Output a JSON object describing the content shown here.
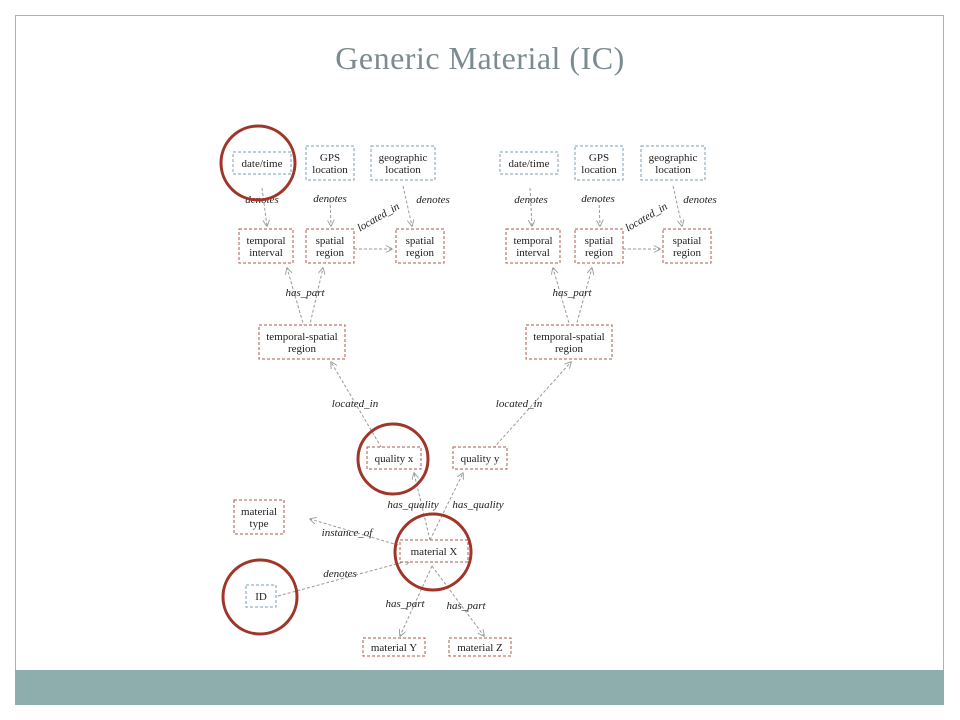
{
  "title": "Generic Material (IC)",
  "colors": {
    "blue_border": "#7a9fb0",
    "red_border": "#b0584c",
    "arrow": "#9a9a9a",
    "circle": "#a0352a",
    "footer": "#8eaeae",
    "title": "#7b8b90"
  },
  "nodes": [
    {
      "id": "dt1",
      "lines": [
        "date/time"
      ],
      "color": "blue"
    },
    {
      "id": "gps1",
      "lines": [
        "GPS",
        "location"
      ],
      "color": "blue"
    },
    {
      "id": "geo1",
      "lines": [
        "geographic",
        "location"
      ],
      "color": "blue"
    },
    {
      "id": "ti1",
      "lines": [
        "temporal",
        "interval"
      ],
      "color": "red"
    },
    {
      "id": "sr1",
      "lines": [
        "spatial",
        "region"
      ],
      "color": "red"
    },
    {
      "id": "sr1b",
      "lines": [
        "spatial",
        "region"
      ],
      "color": "red"
    },
    {
      "id": "tsr1",
      "lines": [
        "temporal-spatial",
        "region"
      ],
      "color": "red"
    },
    {
      "id": "dt2",
      "lines": [
        "date/time"
      ],
      "color": "blue"
    },
    {
      "id": "gps2",
      "lines": [
        "GPS",
        "location"
      ],
      "color": "blue"
    },
    {
      "id": "geo2",
      "lines": [
        "geographic",
        "location"
      ],
      "color": "blue"
    },
    {
      "id": "ti2",
      "lines": [
        "temporal",
        "interval"
      ],
      "color": "red"
    },
    {
      "id": "sr2",
      "lines": [
        "spatial",
        "region"
      ],
      "color": "red"
    },
    {
      "id": "sr2b",
      "lines": [
        "spatial",
        "region"
      ],
      "color": "red"
    },
    {
      "id": "tsr2",
      "lines": [
        "temporal-spatial",
        "region"
      ],
      "color": "red"
    },
    {
      "id": "qx",
      "lines": [
        "quality x"
      ],
      "color": "red"
    },
    {
      "id": "qy",
      "lines": [
        "quality y"
      ],
      "color": "red"
    },
    {
      "id": "mt",
      "lines": [
        "material",
        "type"
      ],
      "color": "red"
    },
    {
      "id": "mx",
      "lines": [
        "material X"
      ],
      "color": "red"
    },
    {
      "id": "id",
      "lines": [
        "ID"
      ],
      "color": "blue"
    },
    {
      "id": "my",
      "lines": [
        "material Y"
      ],
      "color": "red"
    },
    {
      "id": "mz",
      "lines": [
        "material Z"
      ],
      "color": "red"
    }
  ],
  "edge_labels": {
    "denotes": "denotes",
    "located_in": "located_in",
    "has_part": "has_part",
    "has_quality": "has_quality",
    "instance_of": "instance_of"
  },
  "highlights": [
    "dt1",
    "qx",
    "mx",
    "id"
  ]
}
